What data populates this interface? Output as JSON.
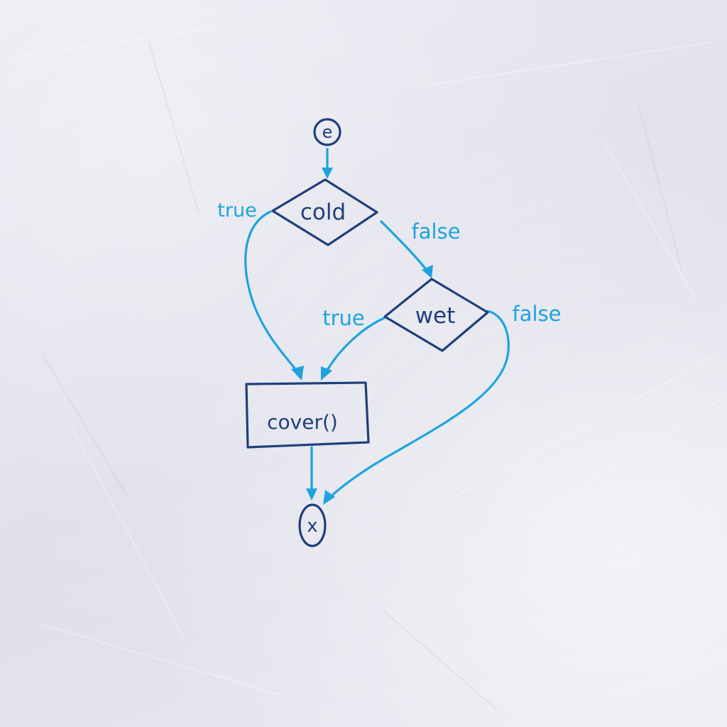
{
  "nodes": {
    "entry": "e",
    "cold": "cold",
    "wet": "wet",
    "action": "cover()",
    "exit": "x"
  },
  "edge_labels": {
    "cold_true": "true",
    "cold_false": "false",
    "wet_true": "true",
    "wet_false": "false"
  },
  "colors": {
    "node_ink": "#1f3f7a",
    "edge_ink": "#1ea3df"
  }
}
